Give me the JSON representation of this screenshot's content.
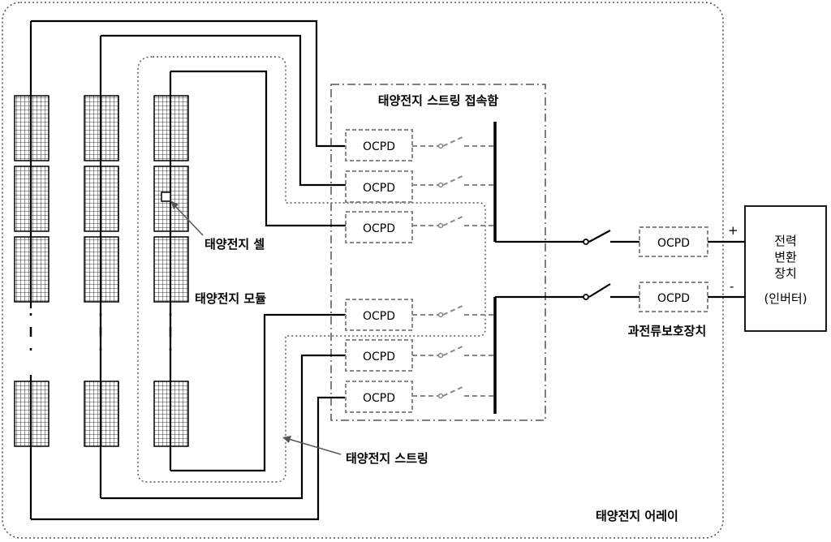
{
  "labels": {
    "combiner_box": "태양전지 스트링 접속함",
    "cell": "태양전지 셀",
    "module": "태양전지 모듈",
    "string": "태양전지 스트링",
    "array": "태양전지 어레이",
    "protection": "과전류보호장치",
    "inverter_line1": "전력",
    "inverter_line2": "변환",
    "inverter_line3": "장치",
    "inverter_line4": "(인버터)",
    "plus": "+",
    "minus": "-"
  },
  "ocpd_label": "OCPD",
  "colors": {
    "wire": "#000000",
    "dashed": "#888888",
    "boundary": "#555555"
  }
}
